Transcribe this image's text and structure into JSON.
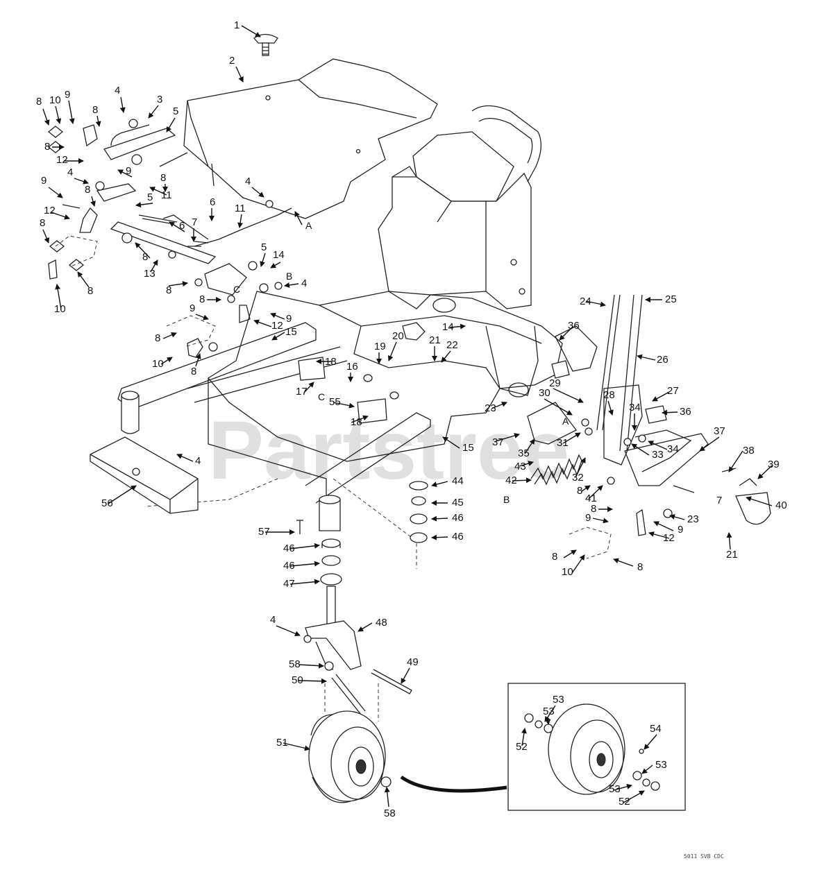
{
  "watermark": "Partstree",
  "drawing_code": "5011 SVB CDC",
  "callout_numbers": [
    "1",
    "2",
    "3",
    "4",
    "5",
    "6",
    "7",
    "8",
    "9",
    "10",
    "11",
    "12",
    "13",
    "14",
    "15",
    "16",
    "17",
    "18",
    "19",
    "20",
    "21",
    "22",
    "23",
    "24",
    "25",
    "26",
    "27",
    "28",
    "29",
    "30",
    "31",
    "32",
    "33",
    "34",
    "35",
    "36",
    "37",
    "38",
    "39",
    "40",
    "41",
    "42",
    "43",
    "44",
    "45",
    "46",
    "47",
    "48",
    "49",
    "50",
    "51",
    "52",
    "53",
    "54",
    "55",
    "56",
    "57",
    "58"
  ],
  "reference_letters": [
    "A",
    "B",
    "C"
  ],
  "icons": {
    "arrow": "arrow-icon"
  },
  "colors": {
    "line": "#222222",
    "watermark": "#000000"
  }
}
